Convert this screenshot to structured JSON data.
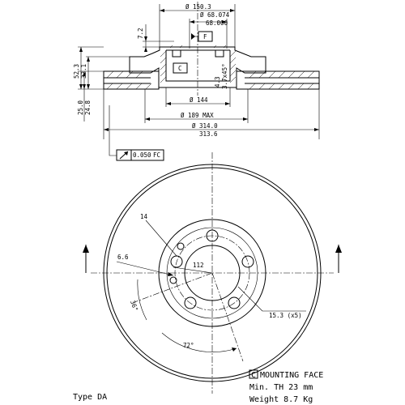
{
  "dimensions": {
    "d_150_3": "Ø 150.3",
    "d_68_074": "Ø 68.074",
    "d_68_000": "68.000",
    "h_7_2": "7.2",
    "h_52_3": "52.3",
    "h_32_1": "32.1",
    "chamfer_a": "4.3",
    "chamfer_b": "3.7x45°",
    "d_144": "Ø 144",
    "d_189": "Ø 189 MAX",
    "d_314": "Ø 314.0",
    "d_313_6": "313.6",
    "h_25_0": "25.0",
    "h_24_8": "24.8",
    "tolerance": "0.050",
    "tolerance_ref": "FC",
    "datum_f": "F",
    "datum_c": "C",
    "pcd_112": "112",
    "hole_14": "14",
    "hole_6_6": "6.6",
    "angle_36": "36°",
    "angle_72": "72°",
    "holes_15_3": "15.3 (x5)"
  },
  "notes": {
    "mounting_face_ref": "C",
    "mounting_face": "MOUNTING FACE",
    "min_th": "Min. TH 23 mm",
    "weight": "Weight 8.7 Kg",
    "type": "Type DA"
  }
}
